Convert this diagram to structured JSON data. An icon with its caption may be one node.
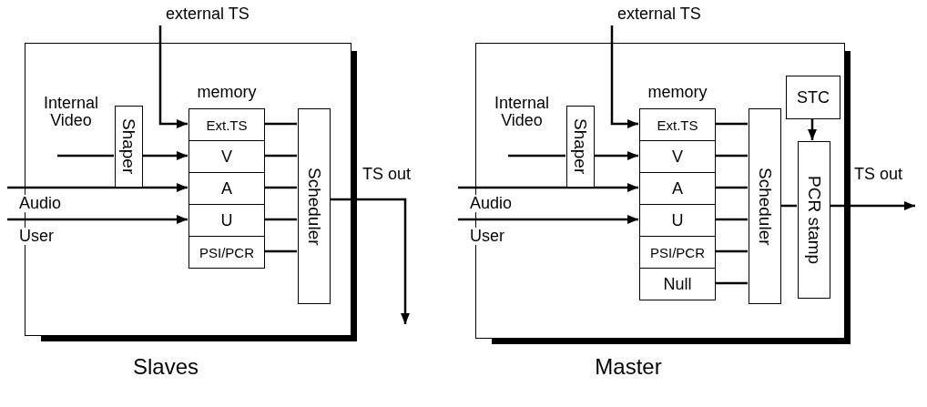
{
  "diagram": {
    "nodes": [
      {
        "text": [],
        "shape": "box",
        "beside": [
          "Slaves"
        ]
      },
      {
        "text": [
          "Shaper"
        ],
        "in": 0
      },
      {
        "text": [
          "memory"
        ],
        "in": 0
      },
      {
        "text": [
          "Ext.TS"
        ],
        "in": 2
      },
      {
        "text": [
          "V"
        ],
        "in": 2
      },
      {
        "text": [
          "A"
        ],
        "in": 2
      },
      {
        "text": [
          "U"
        ],
        "in": 2
      },
      {
        "text": [
          "PSI/PCR"
        ],
        "in": 2
      },
      {
        "text": [
          "Scheduler"
        ],
        "in": 0
      },
      {
        "text": [],
        "shape": "box",
        "beside": [
          "Master"
        ]
      },
      {
        "text": [
          "Shaper"
        ],
        "in": 9
      },
      {
        "text": [
          "memory"
        ],
        "in": 9
      },
      {
        "text": [
          "Ext.TS"
        ],
        "in": 11
      },
      {
        "text": [
          "V"
        ],
        "in": 11
      },
      {
        "text": [
          "A"
        ],
        "in": 11
      },
      {
        "text": [
          "U"
        ],
        "in": 11
      },
      {
        "text": [
          "PSI/PCR"
        ],
        "in": 11
      },
      {
        "text": [
          "Null"
        ],
        "in": 11
      },
      {
        "text": [
          "Scheduler"
        ],
        "in": 9
      },
      {
        "text": [
          "STC"
        ],
        "in": 9
      },
      {
        "text": [
          "PCR stamp"
        ],
        "in": 9
      }
    ],
    "edges": [
      {
        "from": null,
        "to": 3,
        "arrow": "to",
        "label": "external TS"
      },
      {
        "from": null,
        "to": 1,
        "arrow": "none",
        "label": "Internal Video"
      },
      {
        "from": 1,
        "to": 4,
        "arrow": "to"
      },
      {
        "from": null,
        "to": 5,
        "arrow": "to",
        "label": "Audio"
      },
      {
        "from": null,
        "to": 6,
        "arrow": "to",
        "label": "User"
      },
      {
        "from": 3,
        "to": 8,
        "arrow": "none"
      },
      {
        "from": 4,
        "to": 8,
        "arrow": "none"
      },
      {
        "from": 5,
        "to": 8,
        "arrow": "none"
      },
      {
        "from": 6,
        "to": 8,
        "arrow": "none"
      },
      {
        "from": 7,
        "to": 8,
        "arrow": "none"
      },
      {
        "from": 8,
        "to": null,
        "arrow": "to",
        "label": "TS out"
      },
      {
        "from": null,
        "to": 12,
        "arrow": "to",
        "label": "external TS"
      },
      {
        "from": null,
        "to": 10,
        "arrow": "none",
        "label": "Internal Video"
      },
      {
        "from": 10,
        "to": 13,
        "arrow": "to"
      },
      {
        "from": null,
        "to": 14,
        "arrow": "to",
        "label": "Audio"
      },
      {
        "from": null,
        "to": 15,
        "arrow": "to",
        "label": "User"
      },
      {
        "from": 12,
        "to": 18,
        "arrow": "none"
      },
      {
        "from": 13,
        "to": 18,
        "arrow": "none"
      },
      {
        "from": 14,
        "to": 18,
        "arrow": "none"
      },
      {
        "from": 15,
        "to": 18,
        "arrow": "none"
      },
      {
        "from": 16,
        "to": 18,
        "arrow": "none"
      },
      {
        "from": 17,
        "to": 18,
        "arrow": "none"
      },
      {
        "from": 19,
        "to": 20,
        "arrow": "to"
      },
      {
        "from": 18,
        "to": 20,
        "arrow": "none"
      },
      {
        "from": 20,
        "to": null,
        "arrow": "to",
        "label": "TS out"
      }
    ]
  }
}
